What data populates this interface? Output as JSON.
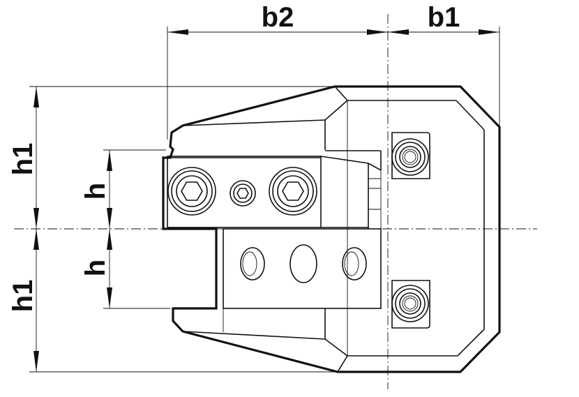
{
  "dimensions": {
    "b2": "b2",
    "b1": "b1",
    "h1_top": "h1",
    "h_top": "h",
    "h_bottom": "h",
    "h1_bottom": "h1"
  },
  "colors": {
    "line": "#111111",
    "background": "#ffffff"
  }
}
